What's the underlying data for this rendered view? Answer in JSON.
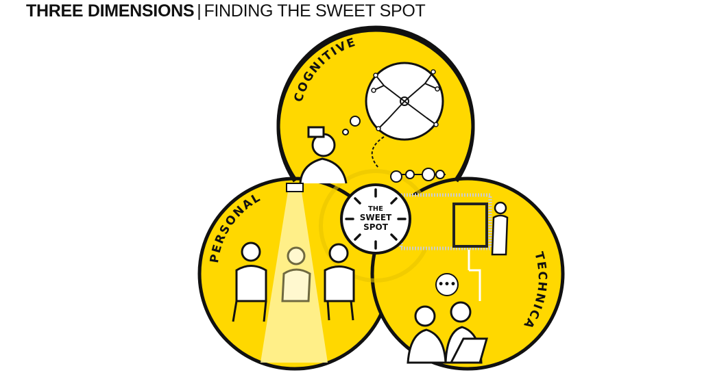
{
  "header": {
    "title_bold": "THREE DIMENSIONS",
    "separator": "|",
    "title_light": "FINDING THE SWEET SPOT"
  },
  "diagram": {
    "circles": [
      {
        "label": "COGNITIVE"
      },
      {
        "label": "PERSONAL"
      },
      {
        "label": "TECHNICAL"
      }
    ],
    "center": {
      "line1": "THE",
      "line2": "SWEET",
      "line3": "SPOT"
    },
    "colors": {
      "yellow": "#FFD800",
      "outline": "#111111",
      "light": "#FFF3A0"
    }
  }
}
